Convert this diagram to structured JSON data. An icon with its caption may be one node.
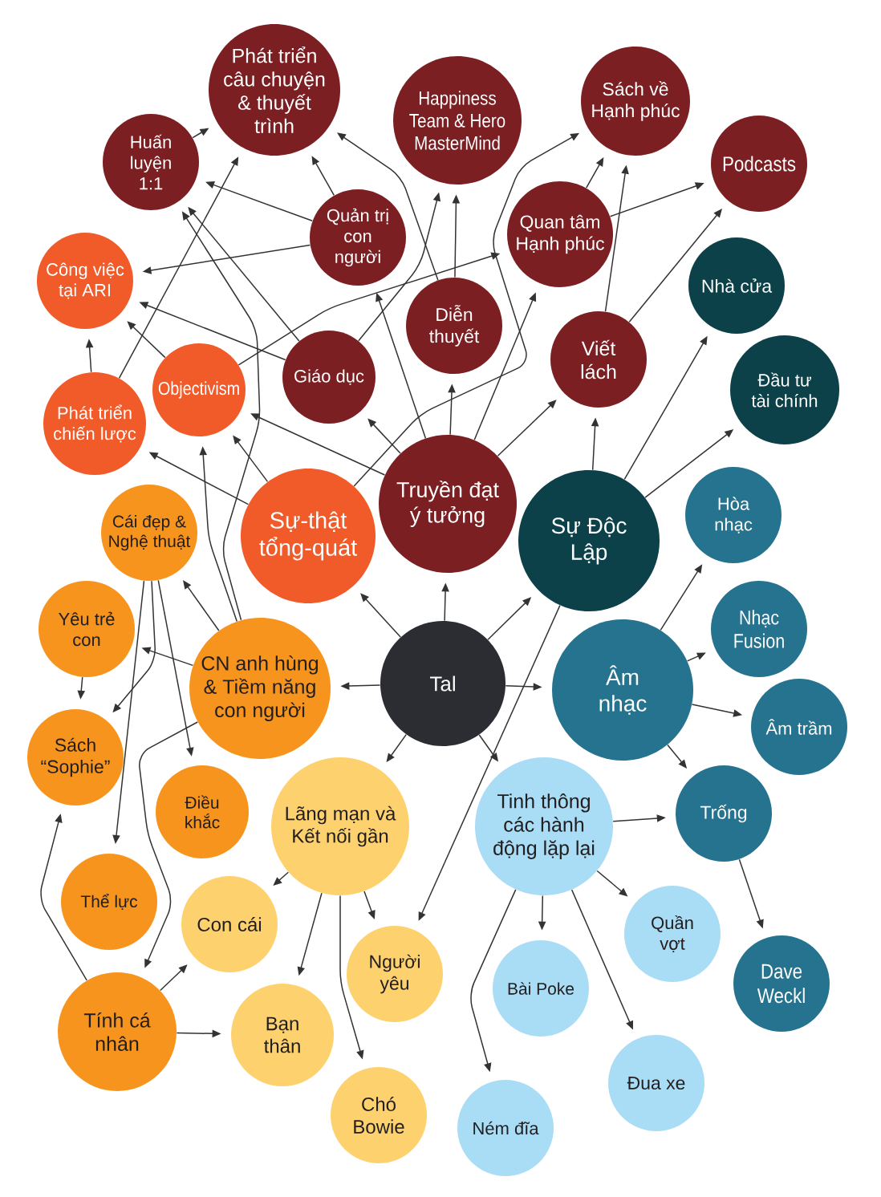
{
  "diagram": {
    "nodes": [
      {
        "text": [
          "Phát triển câu chuyện & thuyết trình"
        ]
      },
      {
        "text": [
          "Sách về Hạnh phúc"
        ]
      },
      {
        "text": [
          "Happiness Team & Hero MasterMind"
        ]
      },
      {
        "text": [
          "Huấn luyện 1:1"
        ]
      },
      {
        "text": [
          "Podcasts"
        ]
      },
      {
        "text": [
          "Quan tâm Hạnh phúc"
        ]
      },
      {
        "text": [
          "Quản trị con người"
        ]
      },
      {
        "text": [
          "Công việc tại ARI"
        ]
      },
      {
        "text": [
          "Nhà cửa"
        ]
      },
      {
        "text": [
          "Diễn thuyết"
        ]
      },
      {
        "text": [
          "Viết lách"
        ]
      },
      {
        "text": [
          "Giáo dục"
        ]
      },
      {
        "text": [
          "Objectivism"
        ]
      },
      {
        "text": [
          "Đầu tư tài chính"
        ]
      },
      {
        "text": [
          "Phát triển chiến lược"
        ]
      },
      {
        "text": [
          "Truyền đạt ý tưởng"
        ]
      },
      {
        "text": [
          "Sự-thật tổng-quát"
        ]
      },
      {
        "text": [
          "Cái đẹp & Nghệ thuật"
        ]
      },
      {
        "text": [
          "Sự Độc Lập"
        ]
      },
      {
        "text": [
          "Hòa nhạc"
        ]
      },
      {
        "text": [
          "Yêu trẻ con"
        ]
      },
      {
        "text": [
          "Nhạc Fusion"
        ]
      },
      {
        "text": [
          "Tal"
        ]
      },
      {
        "text": [
          "CN anh hùng & Tiềm năng con người"
        ]
      },
      {
        "text": [
          "Âm nhạc"
        ]
      },
      {
        "text": [
          "Âm trầm"
        ]
      },
      {
        "text": [
          "Sách “Sophie”"
        ]
      },
      {
        "text": [
          "Điều khắc"
        ]
      },
      {
        "text": [
          "Trống"
        ]
      },
      {
        "text": [
          "Lãng mạn và Kết nối gần"
        ]
      },
      {
        "text": [
          "Tinh thông các hành động lặp lại"
        ]
      },
      {
        "text": [
          "Thể lực"
        ]
      },
      {
        "text": [
          "Con cái"
        ]
      },
      {
        "text": [
          "Quần vợt"
        ]
      },
      {
        "text": [
          "Người yêu"
        ]
      },
      {
        "text": [
          "Dave Weckl"
        ]
      },
      {
        "text": [
          "Bài Poke"
        ]
      },
      {
        "text": [
          "Tính cá nhân"
        ]
      },
      {
        "text": [
          "Bạn thân"
        ]
      },
      {
        "text": [
          "Đua xe"
        ]
      },
      {
        "text": [
          "Chó Bowie"
        ]
      },
      {
        "text": [
          "Ném đĩa"
        ]
      }
    ],
    "edges": [
      {
        "from": 22,
        "to": 15,
        "arrow": "to"
      },
      {
        "from": 22,
        "to": 18,
        "arrow": "to"
      },
      {
        "from": 22,
        "to": 24,
        "arrow": "to"
      },
      {
        "from": 22,
        "to": 30,
        "arrow": "to"
      },
      {
        "from": 22,
        "to": 29,
        "arrow": "to"
      },
      {
        "from": 22,
        "to": 23,
        "arrow": "to"
      },
      {
        "from": 22,
        "to": 16,
        "arrow": "to"
      },
      {
        "from": 15,
        "to": 9,
        "arrow": "to"
      },
      {
        "from": 15,
        "to": 6,
        "arrow": "to"
      },
      {
        "from": 15,
        "to": 11,
        "arrow": "to"
      },
      {
        "from": 15,
        "to": 5,
        "arrow": "to"
      },
      {
        "from": 15,
        "to": 10,
        "arrow": "to"
      },
      {
        "from": 18,
        "to": 10,
        "arrow": "to"
      },
      {
        "from": 18,
        "to": 8,
        "arrow": "to"
      },
      {
        "from": 18,
        "to": 13,
        "arrow": "to"
      },
      {
        "from": 15,
        "to": 12,
        "arrow": "to"
      },
      {
        "from": 18,
        "to": 34,
        "arrow": "to"
      },
      {
        "from": 16,
        "to": 14,
        "arrow": "to"
      },
      {
        "from": 16,
        "to": 12,
        "arrow": "to"
      },
      {
        "from": 16,
        "to": 1,
        "arrow": "to"
      },
      {
        "from": 23,
        "to": 17,
        "arrow": "to"
      },
      {
        "from": 23,
        "to": 20,
        "arrow": "to"
      },
      {
        "from": 23,
        "to": 12,
        "arrow": "to"
      },
      {
        "from": 23,
        "to": 3,
        "arrow": "to"
      },
      {
        "from": 23,
        "to": 37,
        "arrow": "to"
      },
      {
        "from": 17,
        "to": 26,
        "arrow": "to"
      },
      {
        "from": 17,
        "to": 27,
        "arrow": "to"
      },
      {
        "from": 17,
        "to": 31,
        "arrow": "to"
      },
      {
        "from": 20,
        "to": 26,
        "arrow": "to"
      },
      {
        "from": 37,
        "to": 26,
        "arrow": "to"
      },
      {
        "from": 37,
        "to": 32,
        "arrow": "to"
      },
      {
        "from": 37,
        "to": 38,
        "arrow": "to"
      },
      {
        "from": 29,
        "to": 32,
        "arrow": "to"
      },
      {
        "from": 29,
        "to": 38,
        "arrow": "to"
      },
      {
        "from": 29,
        "to": 34,
        "arrow": "to"
      },
      {
        "from": 29,
        "to": 40,
        "arrow": "to"
      },
      {
        "from": 30,
        "to": 28,
        "arrow": "to"
      },
      {
        "from": 30,
        "to": 33,
        "arrow": "to"
      },
      {
        "from": 30,
        "to": 36,
        "arrow": "to"
      },
      {
        "from": 30,
        "to": 41,
        "arrow": "to"
      },
      {
        "from": 30,
        "to": 39,
        "arrow": "to"
      },
      {
        "from": 24,
        "to": 19,
        "arrow": "to"
      },
      {
        "from": 24,
        "to": 21,
        "arrow": "to"
      },
      {
        "from": 24,
        "to": 25,
        "arrow": "to"
      },
      {
        "from": 24,
        "to": 28,
        "arrow": "to"
      },
      {
        "from": 28,
        "to": 35,
        "arrow": "to"
      },
      {
        "from": 3,
        "to": 0,
        "arrow": "to"
      },
      {
        "from": 6,
        "to": 0,
        "arrow": "to"
      },
      {
        "from": 9,
        "to": 0,
        "arrow": "to"
      },
      {
        "from": 6,
        "to": 3,
        "arrow": "to"
      },
      {
        "from": 6,
        "to": 7,
        "arrow": "to"
      },
      {
        "from": 11,
        "to": 2,
        "arrow": "to"
      },
      {
        "from": 11,
        "to": 3,
        "arrow": "to"
      },
      {
        "from": 11,
        "to": 7,
        "arrow": "to"
      },
      {
        "from": 12,
        "to": 7,
        "arrow": "to"
      },
      {
        "from": 14,
        "to": 7,
        "arrow": "to"
      },
      {
        "from": 14,
        "to": 0,
        "arrow": "to"
      },
      {
        "from": 12,
        "to": 5,
        "arrow": "to"
      },
      {
        "from": 9,
        "to": 2,
        "arrow": "to"
      },
      {
        "from": 5,
        "to": 1,
        "arrow": "to"
      },
      {
        "from": 5,
        "to": 4,
        "arrow": "to"
      },
      {
        "from": 10,
        "to": 1,
        "arrow": "to"
      },
      {
        "from": 10,
        "to": 4,
        "arrow": "to"
      }
    ]
  }
}
